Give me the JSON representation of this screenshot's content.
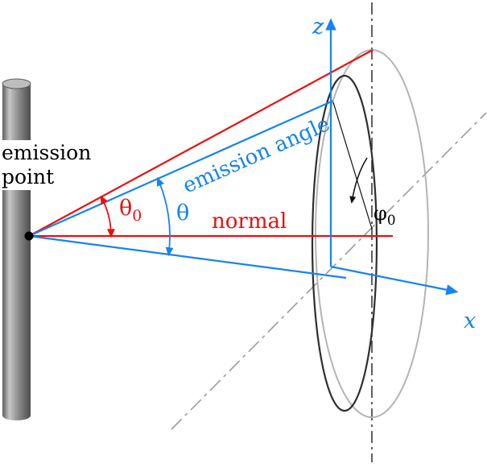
{
  "labels": {
    "emission_point_line1": "emission",
    "emission_point_line2": "point",
    "emission_angle": "emission angle",
    "normal": "normal",
    "theta0_base": "θ",
    "theta0_sub": "0",
    "theta": "θ",
    "phi0_base": "φ",
    "phi0_sub": "0",
    "z_axis": "z",
    "x_axis": "x"
  },
  "colors": {
    "red": "#ea1010",
    "blue": "#1583f2",
    "black": "#000000",
    "inner_circle_gray": "#2e2e2e",
    "outer_circle_gray": "#b4b4b4",
    "vertical_axis_gray": "#3a3a3a",
    "diagonal_axis_gray": "#9b9b9b"
  }
}
